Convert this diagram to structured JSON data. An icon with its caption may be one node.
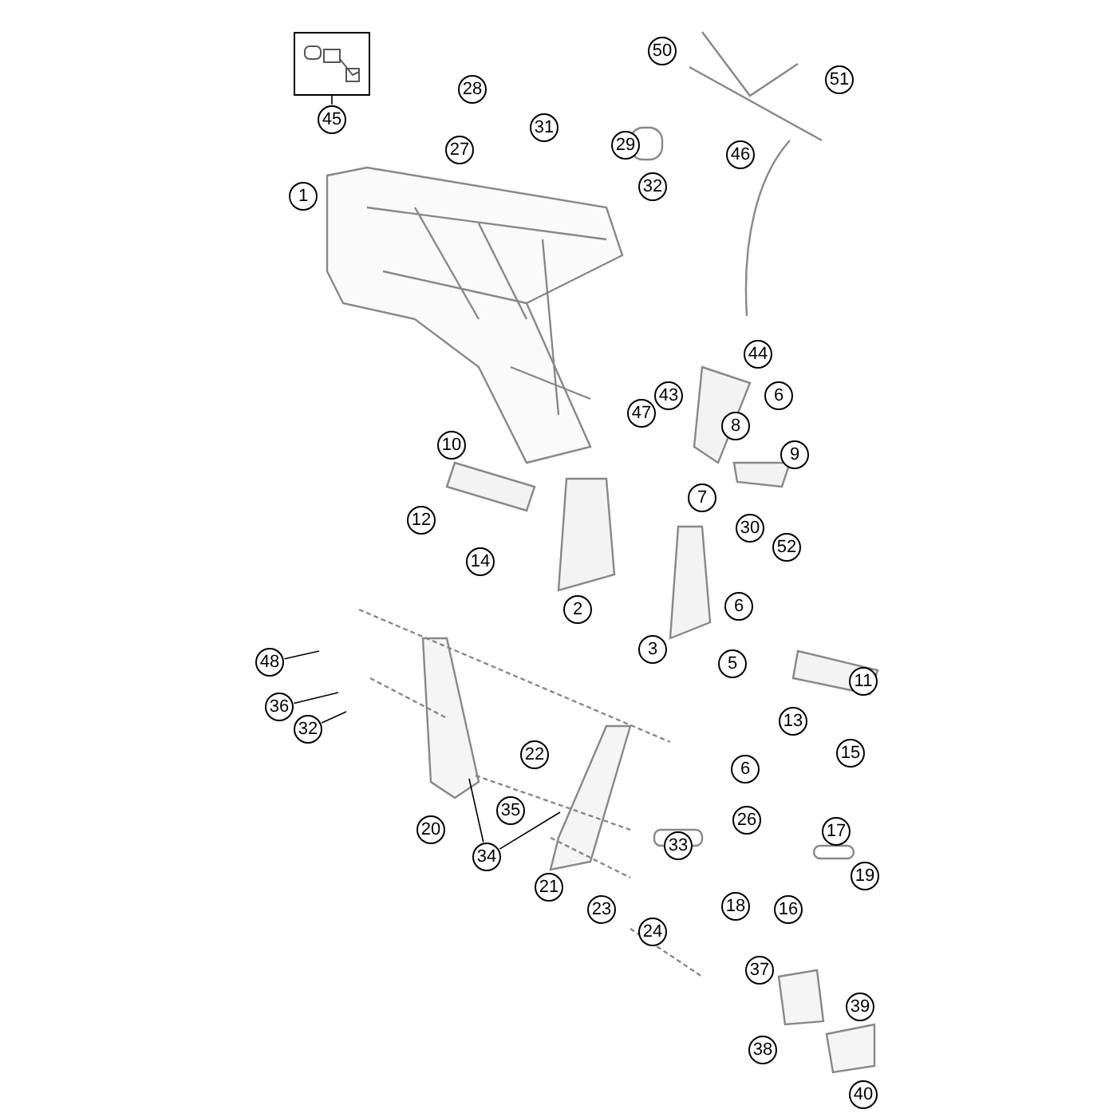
{
  "diagram": {
    "nodes": [
      {
        "text": [
          "45"
        ]
      },
      {
        "text": [],
        "shape": "box"
      },
      {
        "text": [
          "48"
        ]
      },
      {
        "text": [
          "36"
        ]
      },
      {
        "text": [
          "32"
        ]
      },
      {
        "text": [
          "34"
        ]
      },
      {
        "text": [
          "50"
        ]
      },
      {
        "text": [
          "51"
        ]
      },
      {
        "text": [
          "28"
        ]
      },
      {
        "text": [
          "31"
        ]
      },
      {
        "text": [
          "29"
        ]
      },
      {
        "text": [
          "27"
        ]
      },
      {
        "text": [
          "46"
        ]
      },
      {
        "text": [
          "32"
        ]
      },
      {
        "text": [
          "1"
        ]
      },
      {
        "text": [
          "44"
        ]
      },
      {
        "text": [
          "43"
        ]
      },
      {
        "text": [
          "6"
        ]
      },
      {
        "text": [
          "47"
        ]
      },
      {
        "text": [
          "8"
        ]
      },
      {
        "text": [
          "9"
        ]
      },
      {
        "text": [
          "10"
        ]
      },
      {
        "text": [
          "7"
        ]
      },
      {
        "text": [
          "12"
        ]
      },
      {
        "text": [
          "30"
        ]
      },
      {
        "text": [
          "14"
        ]
      },
      {
        "text": [
          "52"
        ]
      },
      {
        "text": [
          "6"
        ]
      },
      {
        "text": [
          "2"
        ]
      },
      {
        "text": [
          "3"
        ]
      },
      {
        "text": [
          "5"
        ]
      },
      {
        "text": [
          "11"
        ]
      },
      {
        "text": [
          "13"
        ]
      },
      {
        "text": [
          "15"
        ]
      },
      {
        "text": [
          "22"
        ]
      },
      {
        "text": [
          "6"
        ]
      },
      {
        "text": [
          "26"
        ]
      },
      {
        "text": [
          "17"
        ]
      },
      {
        "text": [
          "35"
        ]
      },
      {
        "text": [
          "20"
        ]
      },
      {
        "text": [
          "33"
        ]
      },
      {
        "text": [
          "19"
        ]
      },
      {
        "text": [
          "21"
        ]
      },
      {
        "text": [
          "18"
        ]
      },
      {
        "text": [
          "16"
        ]
      },
      {
        "text": [
          "23"
        ]
      },
      {
        "text": [
          "24"
        ]
      },
      {
        "text": [
          "37"
        ]
      },
      {
        "text": [
          "39"
        ]
      },
      {
        "text": [
          "38"
        ]
      },
      {
        "text": [
          "40"
        ]
      }
    ],
    "edges": [
      {
        "from": 0,
        "to": 1,
        "arrow": "none"
      },
      {
        "from": 2,
        "to": null,
        "arrow": "none"
      },
      {
        "from": 3,
        "to": null,
        "arrow": "none"
      },
      {
        "from": 4,
        "to": null,
        "arrow": "none"
      },
      {
        "from": 5,
        "to": null,
        "arrow": "none"
      },
      {
        "from": 5,
        "to": null,
        "arrow": "none"
      }
    ]
  }
}
